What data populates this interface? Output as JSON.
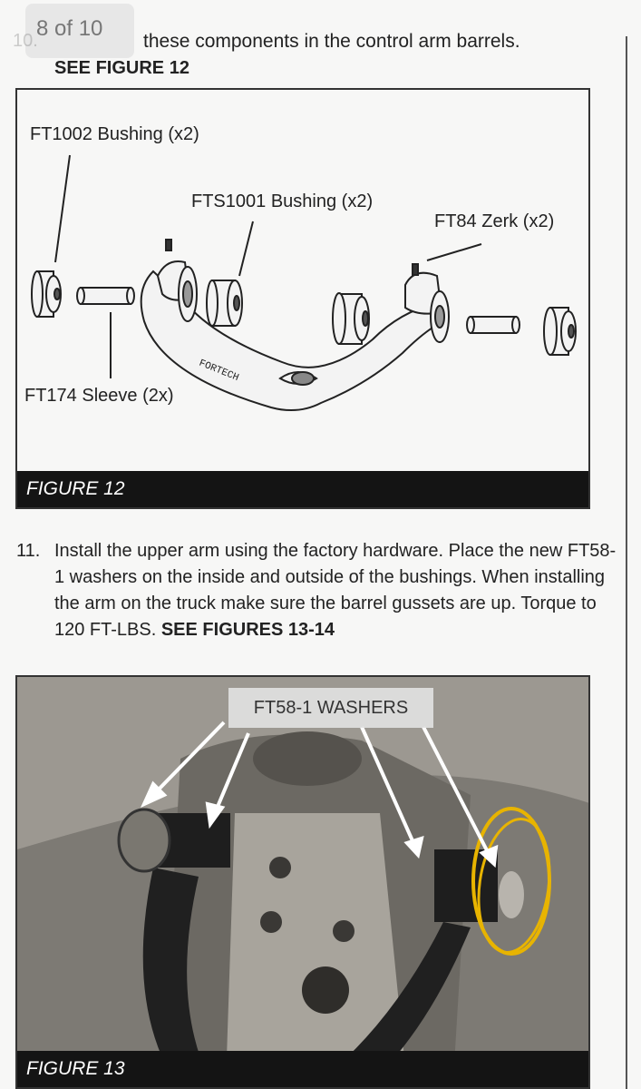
{
  "page_indicator": "8 of 10",
  "step10": {
    "number": "10.",
    "text": "these components in the control arm barrels.",
    "ref": "SEE FIGURE 12"
  },
  "figure12": {
    "label": "FIGURE 12",
    "callouts": {
      "ft1002": "FT1002 Bushing (x2)",
      "fts1001": "FTS1001 Bushing (x2)",
      "ft84": "FT84 Zerk (x2)",
      "ft174": "FT174 Sleeve (2x)"
    },
    "arm_stamp": "FORTECH"
  },
  "step11": {
    "number": "11.",
    "text": "Install the upper arm using the factory hardware. Place the new FT58-1 washers on the inside and outside of the bushings. When installing the arm on the truck make sure the barrel gussets are up. Torque to 120 FT-LBS.",
    "ref": "SEE FIGURES 13-14"
  },
  "figure13": {
    "label": "FIGURE 13",
    "tag": "FT58-1 WASHERS"
  },
  "colors": {
    "highlight": "#e8b400",
    "caption_bg": "#141414"
  }
}
